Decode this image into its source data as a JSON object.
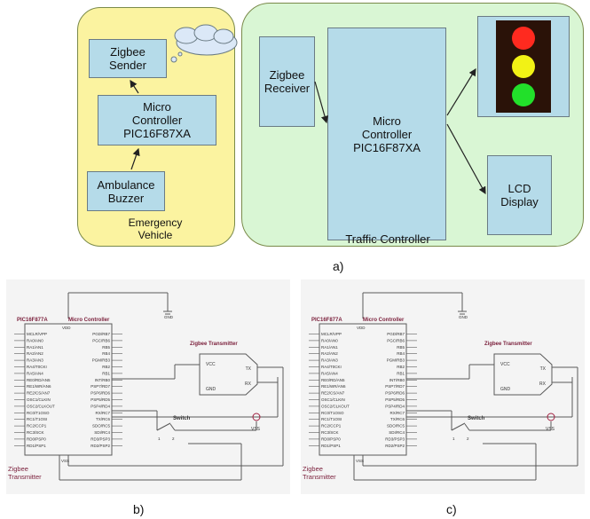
{
  "block_diagram": {
    "vehicle": {
      "label": "Emergency Vehicle",
      "sender": "Zigbee Sender",
      "mc_line1": "Micro",
      "mc_line2": "Controller",
      "mc_line3": "PIC16F87XA",
      "buzzer": "Ambulance Buzzer"
    },
    "traffic": {
      "label": "Traffic Controller",
      "receiver": "Zigbee Receiver",
      "mc_line1": "Micro",
      "mc_line2": "Controller",
      "mc_line3": "PIC16F87XA",
      "lcd": "LCD Display"
    },
    "traffic_light_colors": [
      "#ff2a1f",
      "#f2f215",
      "#22e02a"
    ],
    "panel_label": "a)"
  },
  "schematic": {
    "chip_name": "PIC16F877A",
    "chip_role": "Micro Controller",
    "vdd": "VDD",
    "gnd": "GND",
    "vss": "VSS",
    "left_pins": [
      "MCLR/VPP",
      "RA0/AN0",
      "RA1/AN1",
      "RA2/AN2",
      "RA3/AN3",
      "RA4/T0CKI",
      "RA5/AN4",
      "RE0/RD/AN5",
      "RE1/WR/AN6",
      "RE2/CS/AN7",
      "OSC1/CLKIN",
      "OSC2/CLKOUT",
      "RC0/T1OSO",
      "RC1/T1OSI",
      "RC2/CCP1",
      "RC3/SCK",
      "RD0/PSP0",
      "RD1/PSP1"
    ],
    "right_pins": [
      "PGD/RB7",
      "PGC/RB6",
      "RB5",
      "RB4",
      "PGM/RB3",
      "RB2",
      "RB1",
      "INT/RB0",
      "PSP7/RD7",
      "PSP6/RD6",
      "PSP5/RD5",
      "PSP4/RD4",
      "RX/RC7",
      "TX/RC6",
      "SDO/RC5",
      "SDI/RC4",
      "RD3/PSP3",
      "RD2/PSP2"
    ],
    "transmitter_title": "Zigbee Transmitter",
    "tx_vcc": "VCC",
    "tx_gnd": "GND",
    "tx_tx": "TX",
    "tx_rx": "RX",
    "switch": "Switch",
    "sw_pin1": "1",
    "sw_pin2": "2",
    "footer_line1": "Zigbee",
    "footer_line2": "Transmitter"
  },
  "panel_labels": {
    "b": "b)",
    "c": "c)"
  }
}
